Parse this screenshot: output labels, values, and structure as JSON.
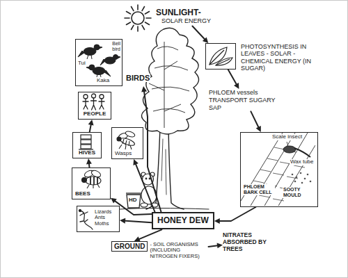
{
  "diagram": {
    "nodes": [
      {
        "text": [
          "SUNLIGHT-",
          "SOLAR ENERGY"
        ]
      },
      {
        "text": [
          "Bell bird",
          "Tui",
          "Kaka",
          "BIRDS"
        ]
      },
      {
        "text": [
          "PHOTOSYNTHESIS IN LEAVES - SOLAR - CHEMICAL ENERGY (IN SUGAR)"
        ]
      },
      {
        "text": [
          "PEOPLE"
        ]
      },
      {
        "text": [
          "PHLOEM vessels TRANSPORT SUGARY SAP"
        ]
      },
      {
        "text": [
          "Scale insect",
          "Wax tube",
          "PHLOEM BARK CELL",
          "SOOTY MOULD"
        ]
      },
      {
        "text": [
          "HIVES"
        ]
      },
      {
        "text": [
          "Wasps"
        ]
      },
      {
        "text": [
          "BEES"
        ]
      },
      {
        "text": [
          "Lizards Ants Moths"
        ]
      },
      {
        "text": [
          "HONEY DEW"
        ]
      },
      {
        "text": [
          "GROUND",
          "- SOIL ORGANISMS (INCLUDING NITROGEN FIXERS)"
        ]
      },
      {
        "text": [
          "NITRATES ABSORBED BY TREES"
        ]
      }
    ],
    "edges": [
      {
        "from": 0,
        "to": 2,
        "arrow": "to"
      },
      {
        "from": 2,
        "to": 4,
        "arrow": "to"
      },
      {
        "from": 4,
        "to": 5,
        "arrow": "to"
      },
      {
        "from": 5,
        "to": 10,
        "arrow": "to"
      },
      {
        "from": 10,
        "to": 1,
        "arrow": "to"
      },
      {
        "from": 10,
        "to": 7,
        "arrow": "to"
      },
      {
        "from": 10,
        "to": 8,
        "arrow": "to"
      },
      {
        "from": 10,
        "to": 9,
        "arrow": "to"
      },
      {
        "from": 10,
        "to": 11,
        "arrow": "to"
      },
      {
        "from": 8,
        "to": 6,
        "arrow": "to"
      },
      {
        "from": 6,
        "to": 3,
        "arrow": "to"
      },
      {
        "from": 11,
        "to": 12,
        "arrow": "to"
      }
    ],
    "labels": [
      "HD"
    ]
  }
}
